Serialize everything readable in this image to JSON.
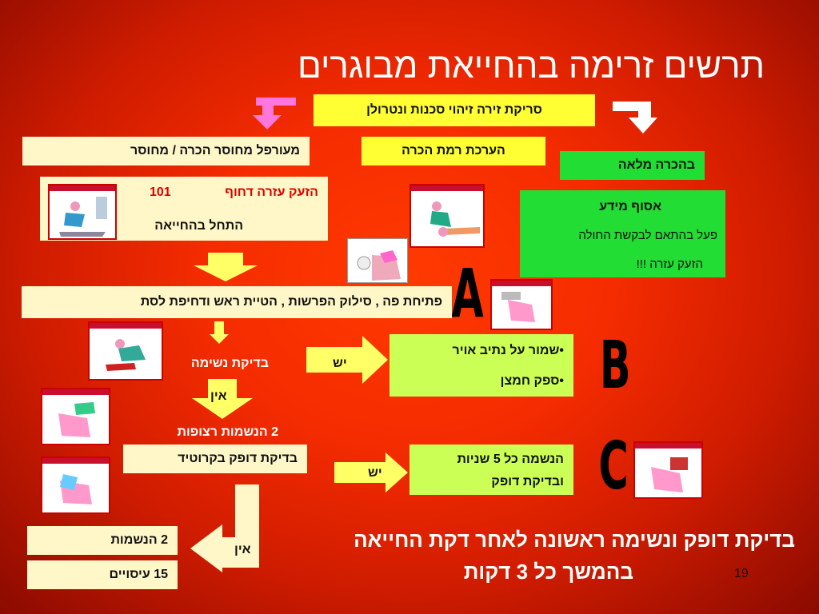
{
  "title": "תרשים זרימה בהחייאת מבוגרים",
  "top_box": "סריקת זירה זיהוי סכנות ונטרולן",
  "consciousness": {
    "unconscious": "מעורפל מחוסר הכרה / מחוסר",
    "assess": "הערכת רמת הכרה",
    "full": "בהכרה מלאה"
  },
  "call_box": {
    "line1": "הזעק עזרה דחוף",
    "number": "101",
    "line2": "התחל  בהחייאה"
  },
  "info_box": {
    "title": "אסוף מידע",
    "line1": "פעל בהתאם לבקשת החולה",
    "line2": "הזעק  עזרה  !!!"
  },
  "airway": "פתיחת פה , סילוק הפרשות , הטיית ראש ודחיפת לסת",
  "letters": {
    "a": "A",
    "b": "B",
    "c": "C"
  },
  "breathing_check": "בדיקת נשימה",
  "yes": "יש",
  "no": "אין",
  "breathing_yes": {
    "item1": "•שמור על נתיב אויר",
    "item2": "•ספק חמצן"
  },
  "two_breaths": "2  הנשמות רצופות",
  "carotid": "בדיקת דופק בקרוטיד",
  "pulse_yes": {
    "line1": "הנשמה כל 5  שניות",
    "line2": "ובדיקת דופק"
  },
  "cpr": {
    "breaths": "2 הנשמות",
    "compressions": "15 עיסויים"
  },
  "footer": {
    "line1": "בדיקת דופק ונשימה ראשונה לאחר דקת החייאה",
    "line2": "בהמשך כל 3 דקות"
  },
  "page_number": "19",
  "colors": {
    "pink_arrow": "#ff77dd",
    "white_arrow": "#ffffff",
    "flow_arrow": "#ffff66"
  }
}
